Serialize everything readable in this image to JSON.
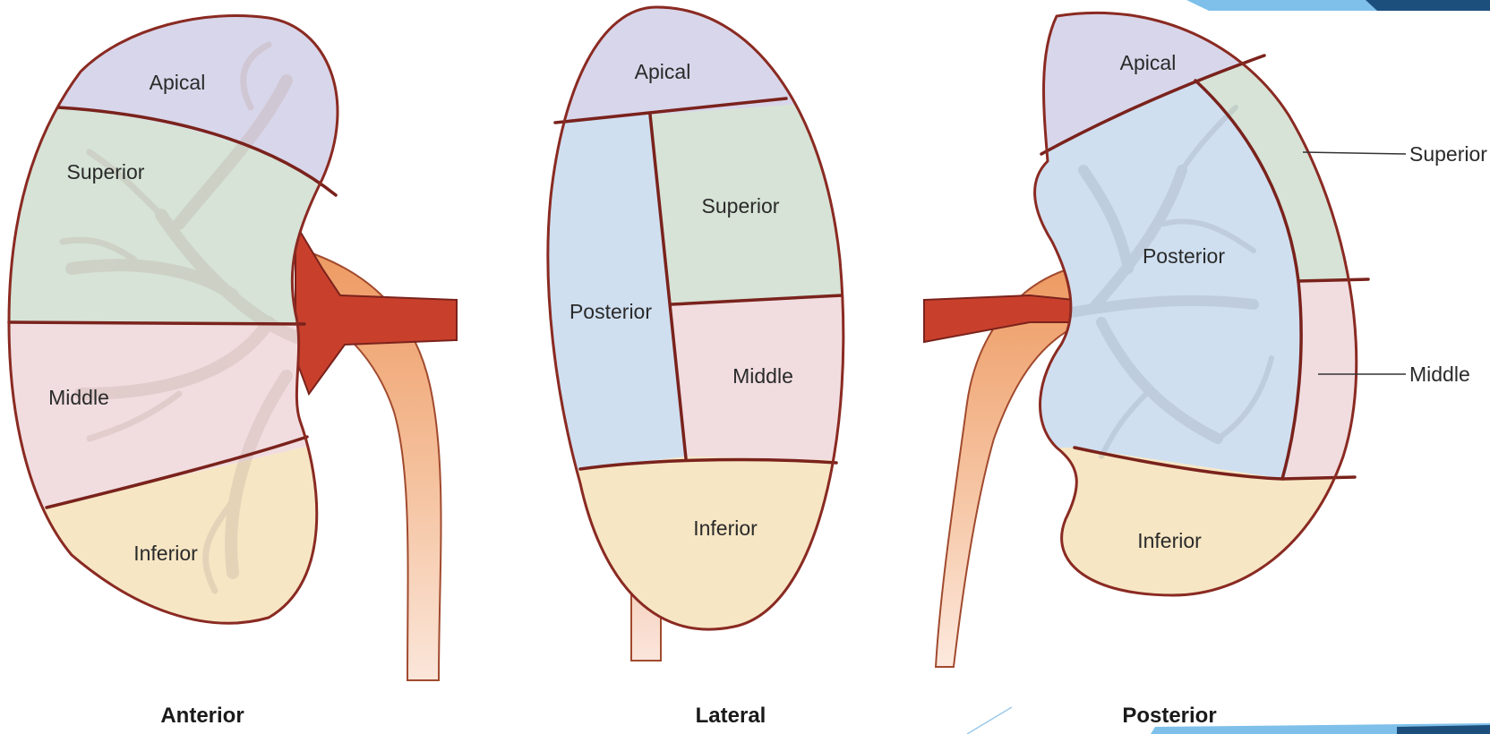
{
  "colors": {
    "apical": "#d8d6ea",
    "superior": "#d6e3d6",
    "middle": "#f1dde0",
    "inferior": "#f6e6c4",
    "posterior": "#cfdff0",
    "outline": "#8a2a22",
    "artery": "#c8402c",
    "ureter": "#f0b48a",
    "decor_light": "#7ec0ea",
    "decor_dark": "#1d4f7c"
  },
  "views": {
    "anterior": {
      "title": "Anterior",
      "segments": {
        "apical": "Apical",
        "superior": "Superior",
        "middle": "Middle",
        "inferior": "Inferior"
      }
    },
    "lateral": {
      "title": "Lateral",
      "segments": {
        "apical": "Apical",
        "posterior": "Posterior",
        "superior": "Superior",
        "middle": "Middle",
        "inferior": "Inferior"
      }
    },
    "posterior": {
      "title": "Posterior",
      "segments": {
        "apical": "Apical",
        "posterior": "Posterior",
        "superior": "Superior",
        "middle": "Middle",
        "inferior": "Inferior"
      }
    }
  }
}
